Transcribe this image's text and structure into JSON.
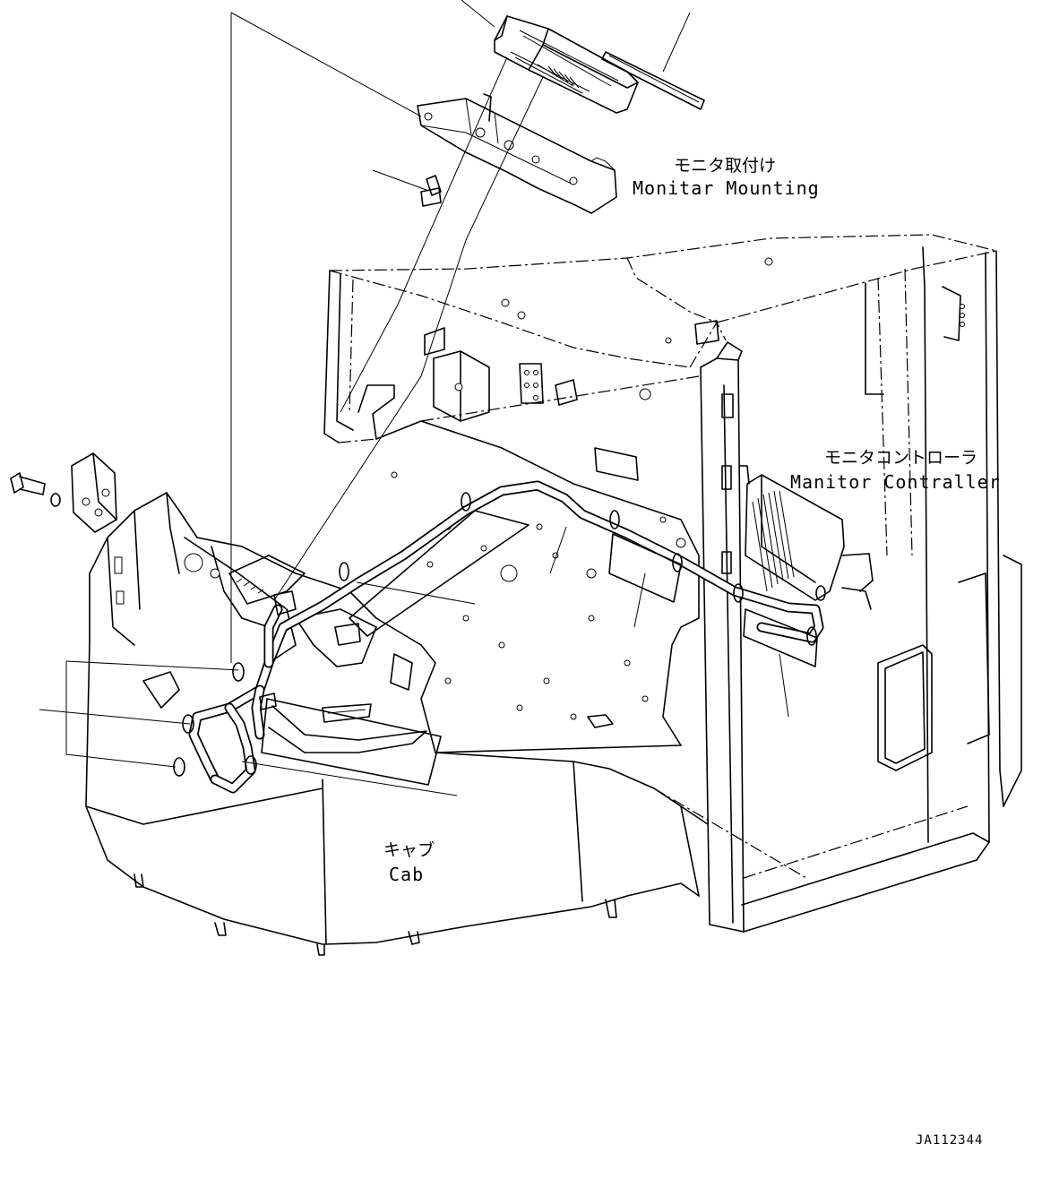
{
  "labels": {
    "monitor_mounting_jp": "モニタ取付け",
    "monitor_mounting_en": "Monitar Mounting",
    "monitor_controller_jp": "モニタコントローラ",
    "monitor_controller_en": "Manitor Contraller",
    "cab_jp": "キャブ",
    "cab_en": "Cab"
  },
  "drawing_code": "JA112344"
}
